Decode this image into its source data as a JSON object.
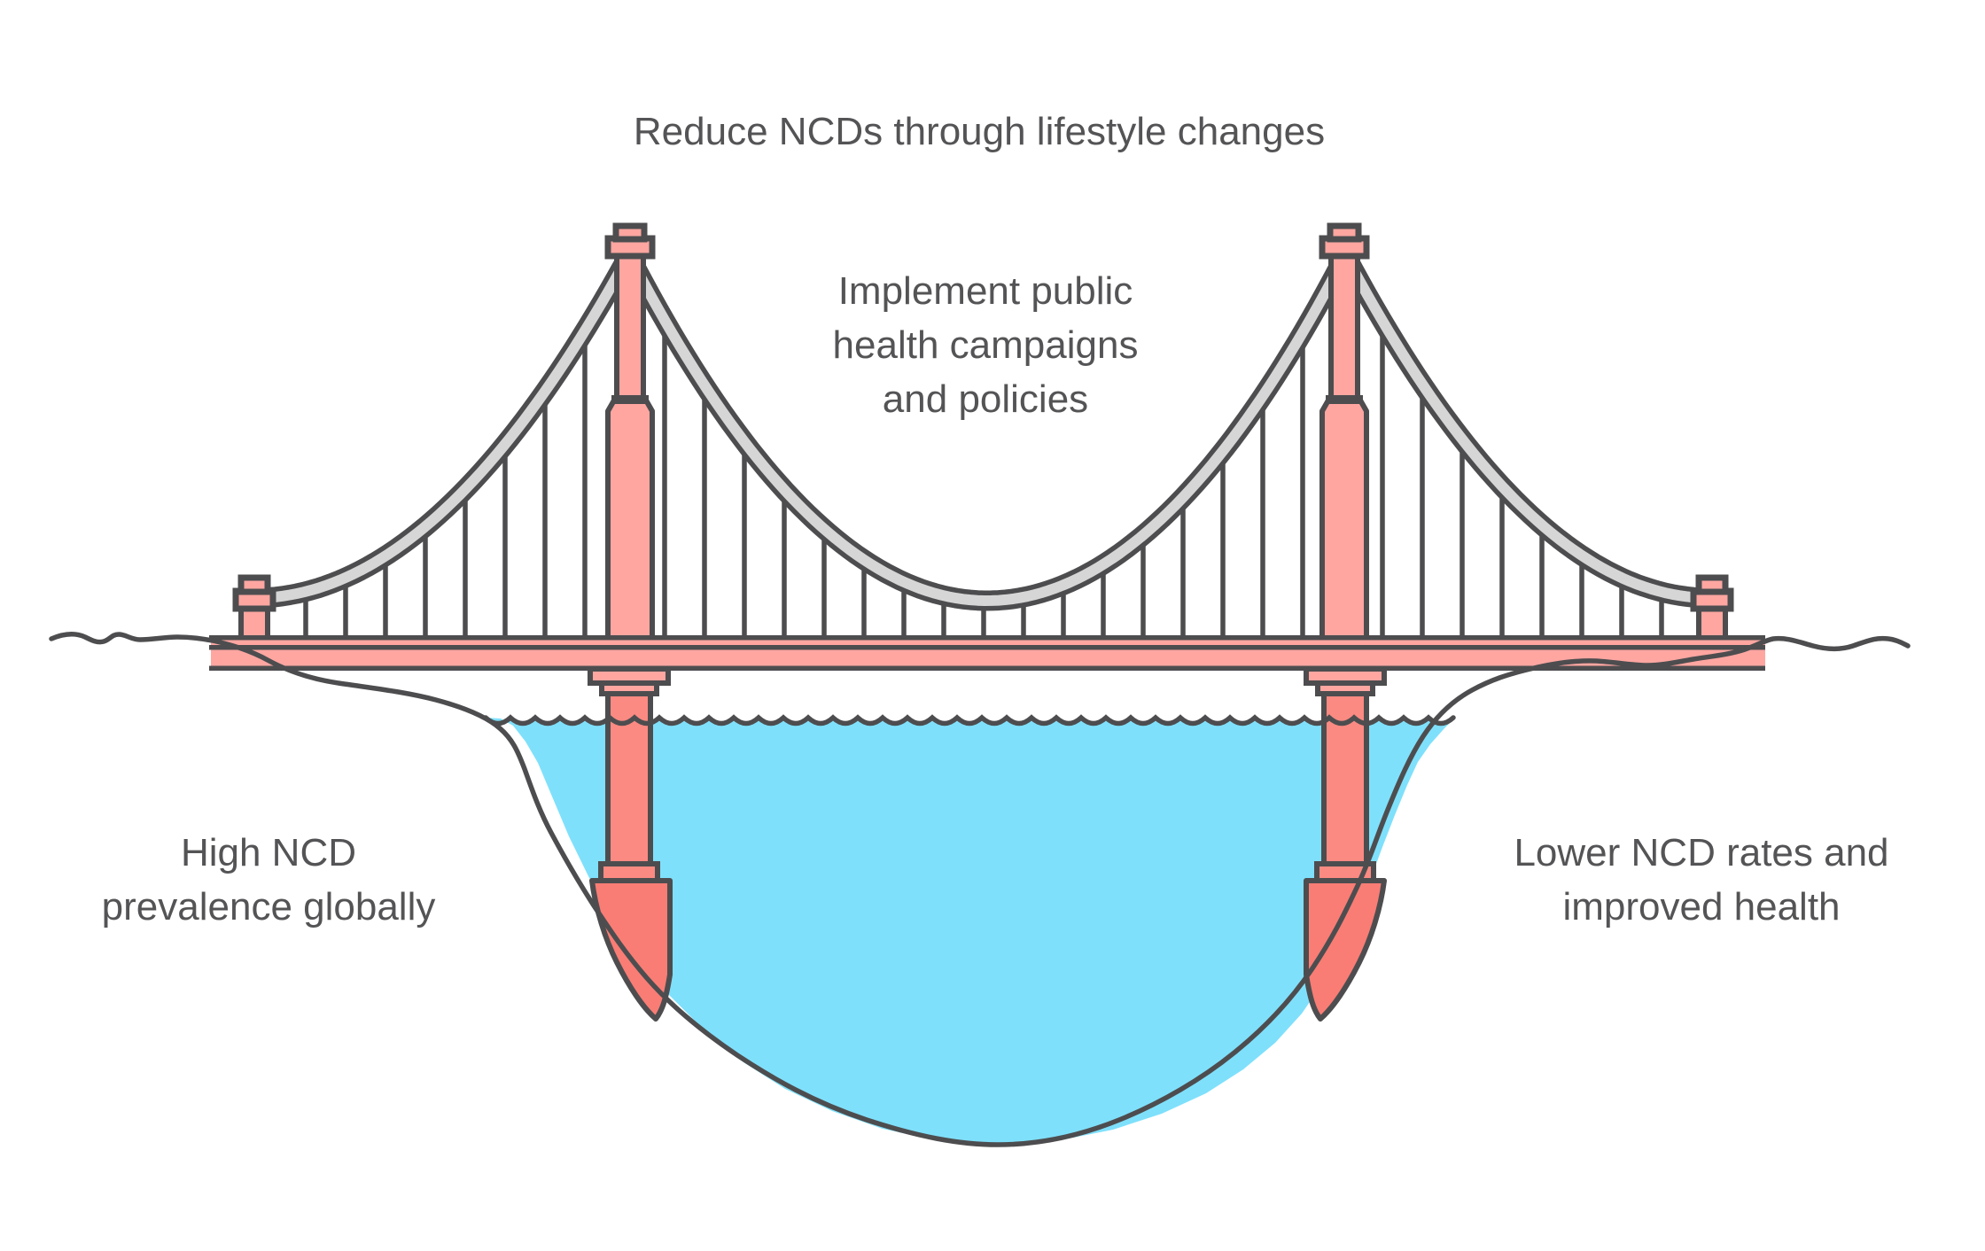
{
  "diagram": {
    "title": "Reduce NCDs through lifestyle changes",
    "center_label": {
      "line1": "Implement public",
      "line2": "health campaigns",
      "line3": "and policies"
    },
    "left_label": {
      "line1": "High NCD",
      "line2": "prevalence globally"
    },
    "right_label": {
      "line1": "Lower NCD rates and",
      "line2": "improved health"
    },
    "colors": {
      "background": "#ffffff",
      "outline": "#4d4d4f",
      "text": "#545456",
      "pink_light": "#ffa6a1",
      "pink_mid": "#fb8a82",
      "pink_deep": "#f97d75",
      "water": "#7fe0fb",
      "cable_gray": "#d6d6d6"
    }
  }
}
